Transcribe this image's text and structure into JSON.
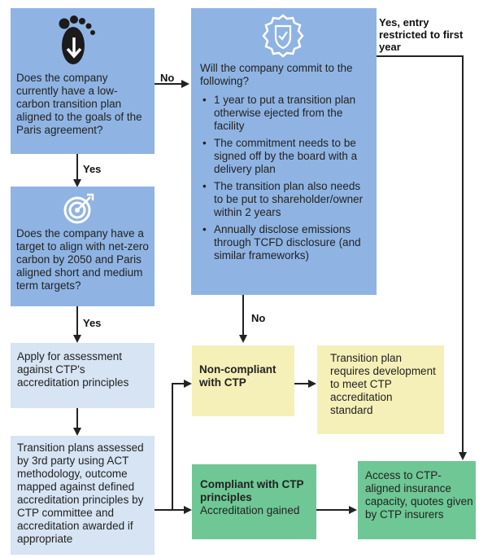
{
  "q1": {
    "text": "Does the company currently have a low-carbon transition plan aligned to the goals of the Paris agreement?",
    "icon": "footprint-icon"
  },
  "q2": {
    "text": "Does the company have a target to align with net-zero carbon by 2050 and Paris aligned short and medium term targets?",
    "icon": "target-icon"
  },
  "commit": {
    "icon": "shield-check-icon",
    "intro": "Will the company commit to the following?",
    "items": [
      "1 year to put a transition plan otherwise ejected from the facility",
      "The commitment needs to be signed off by the board with a delivery plan",
      "The transition plan also needs to be put to shareholder/owner within 2 years",
      "Annually disclose emissions through TCFD disclosure (and similar frameworks)"
    ]
  },
  "apply": {
    "text": "Apply for assessment against CTP's accreditation principles"
  },
  "assessed": {
    "text": "Transition plans assessed by 3rd party using ACT methodology, outcome mapped against defined accreditation principles by CTP committee and accreditation awarded if appropriate"
  },
  "noncompliant": {
    "title": "Non-compliant with CTP"
  },
  "requires": {
    "text": "Transition plan requires development to meet CTP accreditation standard"
  },
  "compliant": {
    "title": "Compliant with CTP principles",
    "text": "Accreditation gained"
  },
  "access": {
    "text": "Access to CTP-aligned insurance capacity, quotes given by CTP insurers"
  },
  "labels": {
    "no1": "No",
    "yes1": "Yes",
    "yes2": "Yes",
    "no2": "No",
    "entry": "Yes, entry restricted to first year"
  },
  "colors": {
    "blue": "#8fb4e3",
    "light_blue": "#d6e4f3",
    "yellow": "#f5f0b8",
    "green": "#6ec795",
    "icon_white": "#ffffff",
    "line": "#222222"
  }
}
